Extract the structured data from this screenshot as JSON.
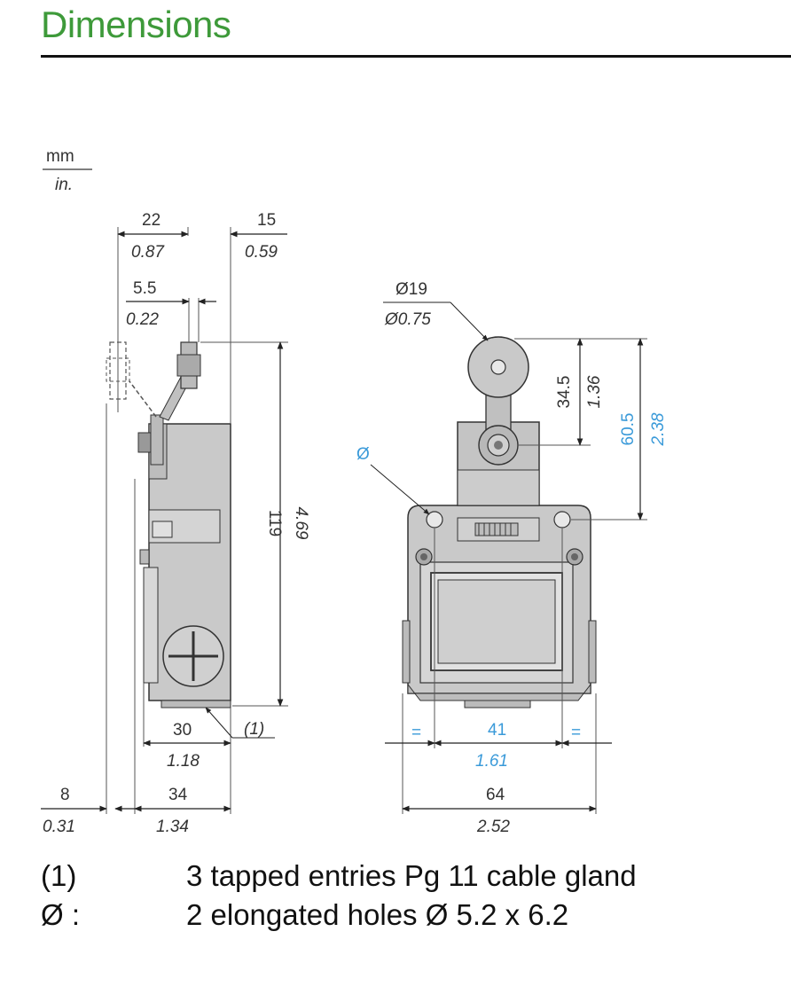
{
  "title": "Dimensions",
  "units": {
    "mm": "mm",
    "in": "in."
  },
  "side_view": {
    "d22": {
      "mm": "22",
      "in": "0.87"
    },
    "d15": {
      "mm": "15",
      "in": "0.59"
    },
    "d5_5": {
      "mm": "5.5",
      "in": "0.22"
    },
    "d119": {
      "mm": "119",
      "in": "4.69"
    },
    "d30": {
      "mm": "30",
      "in": "1.18"
    },
    "d34": {
      "mm": "34",
      "in": "1.34"
    },
    "d8": {
      "mm": "8",
      "in": "0.31"
    },
    "callout": "(1)"
  },
  "front_view": {
    "d19": {
      "mm": "Ø19",
      "in": "Ø0.75"
    },
    "d34_5": {
      "mm": "34.5",
      "in": "1.36"
    },
    "d60_5": {
      "mm": "60.5",
      "in": "2.38"
    },
    "hole_symbol": "Ø",
    "d41": {
      "mm": "41",
      "in": "1.61",
      "eq": "="
    },
    "d64": {
      "mm": "64",
      "in": "2.52"
    }
  },
  "notes": [
    {
      "key": "(1)",
      "text": "3 tapped entries Pg 11 cable gland"
    },
    {
      "key": "Ø :",
      "text": "2 elongated holes Ø 5.2 x 6.2"
    }
  ],
  "colors": {
    "title": "#3e9a3a",
    "accent_blue": "#3a9ad9",
    "part_fill": "#c9c9c9"
  }
}
